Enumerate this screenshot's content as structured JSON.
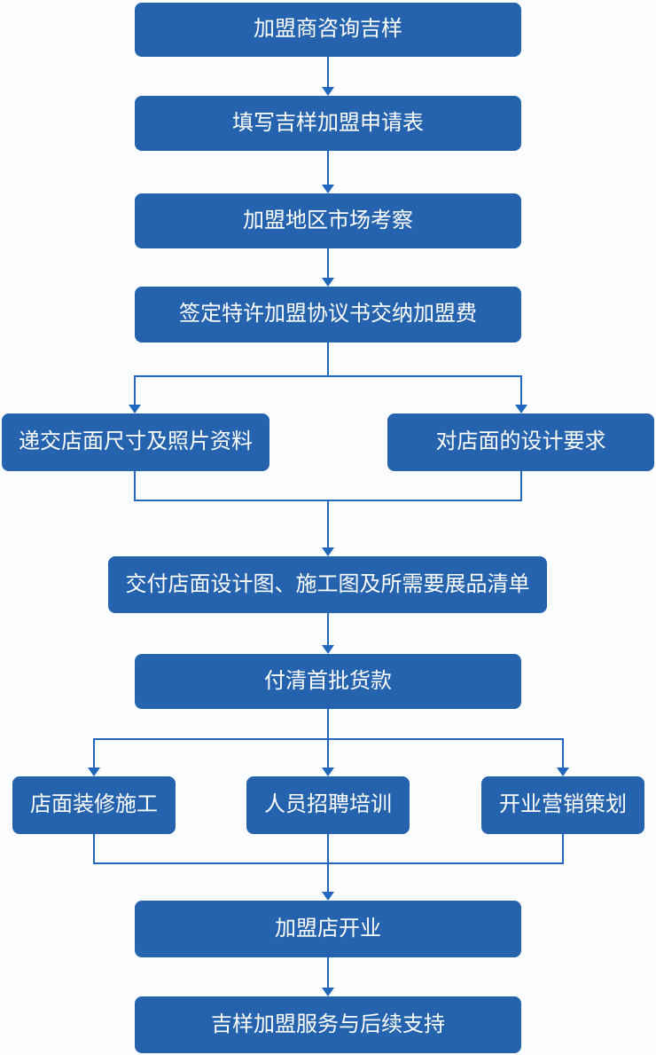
{
  "flowchart": {
    "colors": {
      "node_fill": "#2563AE",
      "line": "#2166BF",
      "text": "#FFFFFF",
      "background": "#FBFDFE"
    },
    "nodes": [
      {
        "id": "consult",
        "label": "加盟商咨询吉样"
      },
      {
        "id": "application-form",
        "label": "填写吉样加盟申请表"
      },
      {
        "id": "market-inspection",
        "label": "加盟地区市场考察"
      },
      {
        "id": "sign-agreement",
        "label": "签定特许加盟协议书交纳加盟费"
      },
      {
        "id": "submit-store-info",
        "label": "递交店面尺寸及照片资料"
      },
      {
        "id": "design-requirements",
        "label": "对店面的设计要求"
      },
      {
        "id": "deliver-drawings",
        "label": "交付店面设计图、施工图及所需要展品清单"
      },
      {
        "id": "first-payment",
        "label": "付清首批货款"
      },
      {
        "id": "renovation",
        "label": "店面装修施工"
      },
      {
        "id": "recruitment-training",
        "label": "人员招聘培训"
      },
      {
        "id": "marketing-planning",
        "label": "开业营销策划"
      },
      {
        "id": "store-opening",
        "label": "加盟店开业"
      },
      {
        "id": "followup-support",
        "label": "吉样加盟服务与后续支持"
      }
    ],
    "edges": [
      {
        "from": "consult",
        "to": "application-form"
      },
      {
        "from": "application-form",
        "to": "market-inspection"
      },
      {
        "from": "market-inspection",
        "to": "sign-agreement"
      },
      {
        "from": "sign-agreement",
        "to": "submit-store-info"
      },
      {
        "from": "sign-agreement",
        "to": "design-requirements"
      },
      {
        "from": "submit-store-info",
        "to": "deliver-drawings"
      },
      {
        "from": "design-requirements",
        "to": "deliver-drawings"
      },
      {
        "from": "deliver-drawings",
        "to": "first-payment"
      },
      {
        "from": "first-payment",
        "to": "renovation"
      },
      {
        "from": "first-payment",
        "to": "recruitment-training"
      },
      {
        "from": "first-payment",
        "to": "marketing-planning"
      },
      {
        "from": "renovation",
        "to": "store-opening"
      },
      {
        "from": "recruitment-training",
        "to": "store-opening"
      },
      {
        "from": "marketing-planning",
        "to": "store-opening"
      },
      {
        "from": "store-opening",
        "to": "followup-support"
      }
    ]
  }
}
